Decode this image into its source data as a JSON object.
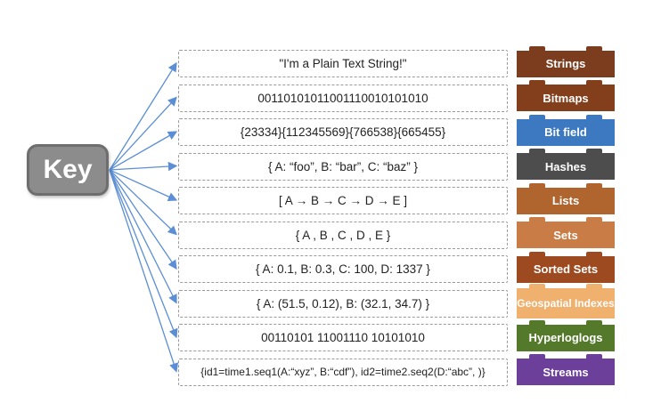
{
  "key_label": "Key",
  "rows": [
    {
      "value": "\"I'm a Plain Text String!\"",
      "type": "Strings",
      "color": "#7b3d1d"
    },
    {
      "value": "00110101011001110010101010",
      "type": "Bitmaps",
      "color": "#833f1b"
    },
    {
      "value": "{23334}{112345569}{766538}{665455}",
      "type": "Bit field",
      "color": "#3d79c0"
    },
    {
      "value": "{ A: “foo”, B: “bar”, C: “baz”  }",
      "type": "Hashes",
      "color": "#4d4d4d"
    },
    {
      "value": "[ A → B → C → D → E ]",
      "type": "Lists",
      "color": "#b0652f"
    },
    {
      "value": "{  A , B , C , D , E  }",
      "type": "Sets",
      "color": "#c97c45"
    },
    {
      "value": "{ A: 0.1, B: 0.3, C: 100, D: 1337 }",
      "type": "Sorted Sets",
      "color": "#9e4a20"
    },
    {
      "value": "{ A: (51.5, 0.12), B: (32.1, 34.7)  }",
      "type": "Geospatial Indexes",
      "color": "#f0b06e"
    },
    {
      "value": "00110101 11001110 10101010",
      "type": "Hyperloglogs",
      "color": "#55792b"
    },
    {
      "value": "{id1=time1.seq1(A:“xyz”, B:“cdf”), id2=time2.seq2(D:“abc”, )}",
      "type": "Streams",
      "color": "#6b3f9a"
    }
  ],
  "arrow_color": "#5b8ed4"
}
